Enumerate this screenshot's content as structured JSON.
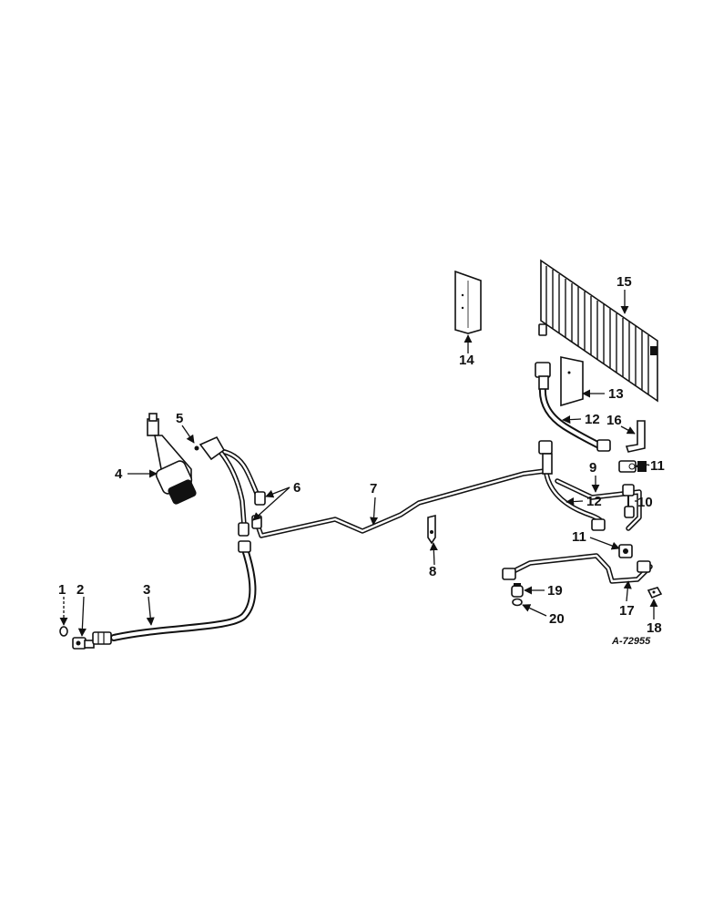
{
  "drawing_number": "A-72955",
  "callouts": [
    {
      "id": "1",
      "label": "1"
    },
    {
      "id": "2",
      "label": "2"
    },
    {
      "id": "3",
      "label": "3"
    },
    {
      "id": "4",
      "label": "4"
    },
    {
      "id": "5",
      "label": "5"
    },
    {
      "id": "6",
      "label": "6"
    },
    {
      "id": "7",
      "label": "7"
    },
    {
      "id": "8",
      "label": "8"
    },
    {
      "id": "9",
      "label": "9"
    },
    {
      "id": "10",
      "label": "10"
    },
    {
      "id": "11a",
      "label": "11"
    },
    {
      "id": "11b",
      "label": "11"
    },
    {
      "id": "12a",
      "label": "12"
    },
    {
      "id": "12b",
      "label": "12"
    },
    {
      "id": "13",
      "label": "13"
    },
    {
      "id": "14",
      "label": "14"
    },
    {
      "id": "15",
      "label": "15"
    },
    {
      "id": "16",
      "label": "16"
    },
    {
      "id": "17",
      "label": "17"
    },
    {
      "id": "18",
      "label": "18"
    },
    {
      "id": "19",
      "label": "19"
    },
    {
      "id": "20",
      "label": "20"
    }
  ]
}
